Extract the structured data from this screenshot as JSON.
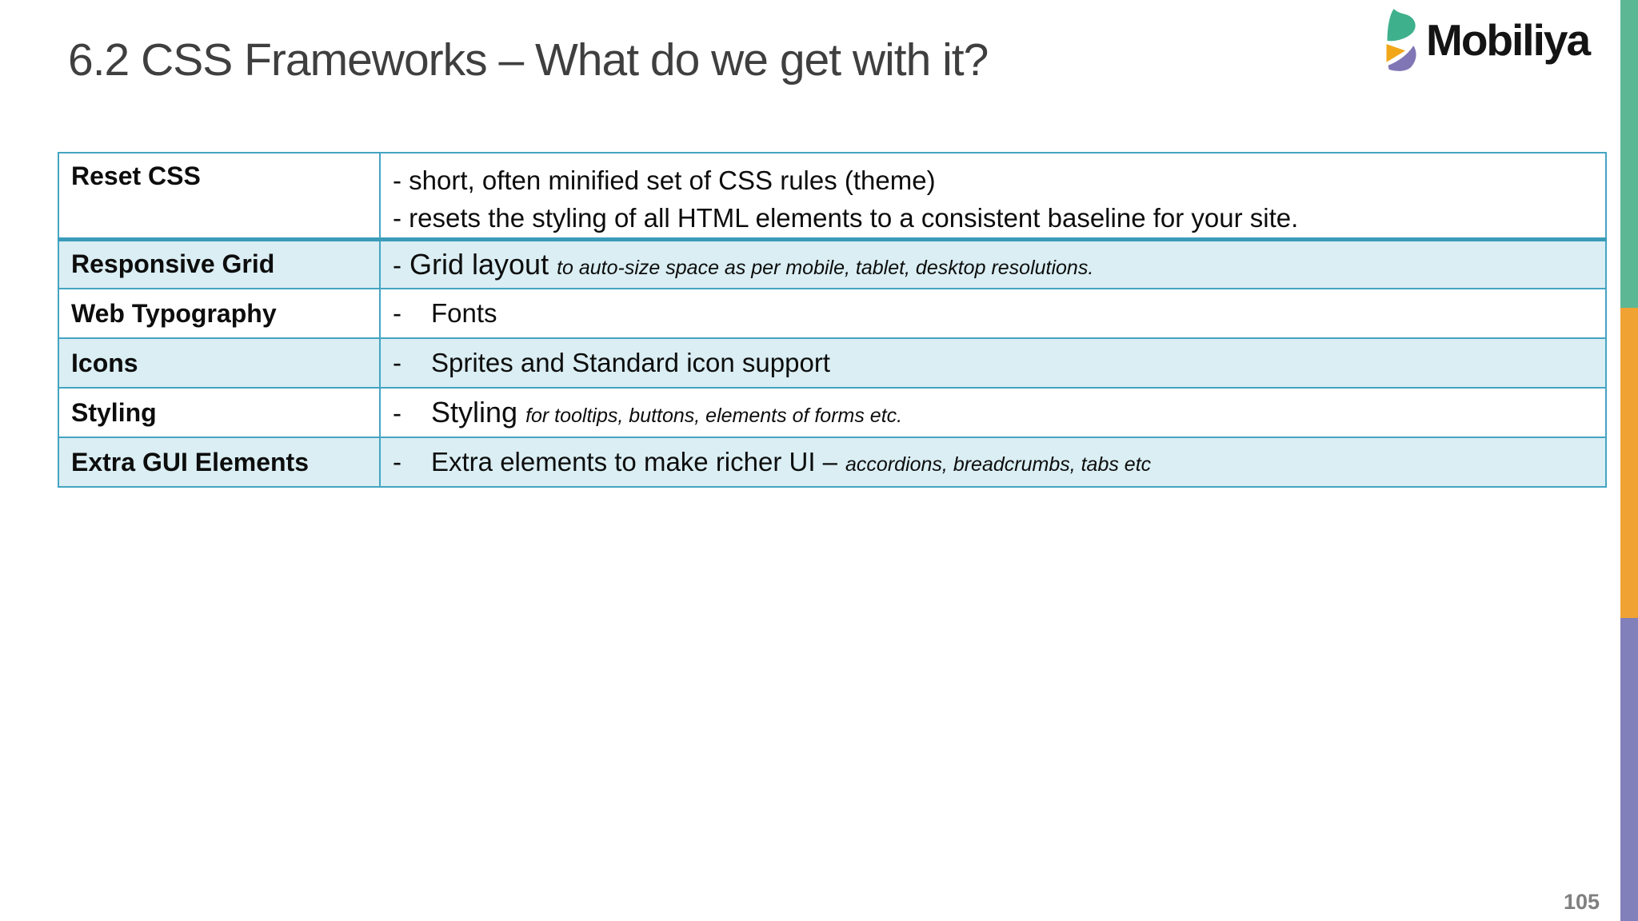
{
  "slide": {
    "title": "6.2 CSS Frameworks – What do we get with it?",
    "page_number": "105"
  },
  "logo": {
    "brand": "Mobiliya",
    "icon_colors": {
      "green": "#3fb08c",
      "yellow": "#f2a71b",
      "purple": "#8176b5"
    }
  },
  "accent_bars": {
    "green": "#5cb795",
    "orange": "#f0a233",
    "purple": "#8280ba"
  },
  "table": {
    "border_color": "#44a4c2",
    "alt_row_color": "#daeef3",
    "rows": [
      {
        "feature": "Reset CSS",
        "line1": "- short, often minified set of CSS rules (theme)",
        "line2": "- resets the styling of all HTML elements to a consistent baseline for your site."
      },
      {
        "feature": "Responsive Grid",
        "dash": "-",
        "main": "Grid layout",
        "note": "to auto-size space as per mobile, tablet, desktop resolutions."
      },
      {
        "feature": "Web Typography",
        "dash": "-",
        "main": "Fonts",
        "note": ""
      },
      {
        "feature": "Icons",
        "dash": "-",
        "main": "Sprites and Standard icon support",
        "note": ""
      },
      {
        "feature": "Styling",
        "dash": "-",
        "main": "Styling",
        "note": "for tooltips, buttons, elements of forms etc."
      },
      {
        "feature": "Extra GUI Elements",
        "dash": "-",
        "main": "Extra elements to make richer UI –",
        "note": "accordions, breadcrumbs, tabs etc"
      }
    ]
  }
}
